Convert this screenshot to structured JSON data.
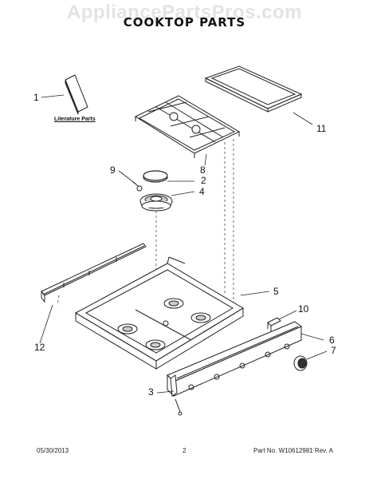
{
  "watermark": "AppliancePartsPros.com",
  "title": "COOKTOP PARTS",
  "literature_label": "Literature Parts",
  "callouts": {
    "c1": "1",
    "c2": "2",
    "c3": "3",
    "c4": "4",
    "c5": "5",
    "c6": "6",
    "c7": "7",
    "c8": "8",
    "c9": "9",
    "c10": "10",
    "c11": "11",
    "c12": "12"
  },
  "footer": {
    "date": "05/30/2013",
    "page": "2",
    "part_no": "Part No. W10612981  Rev. A"
  }
}
